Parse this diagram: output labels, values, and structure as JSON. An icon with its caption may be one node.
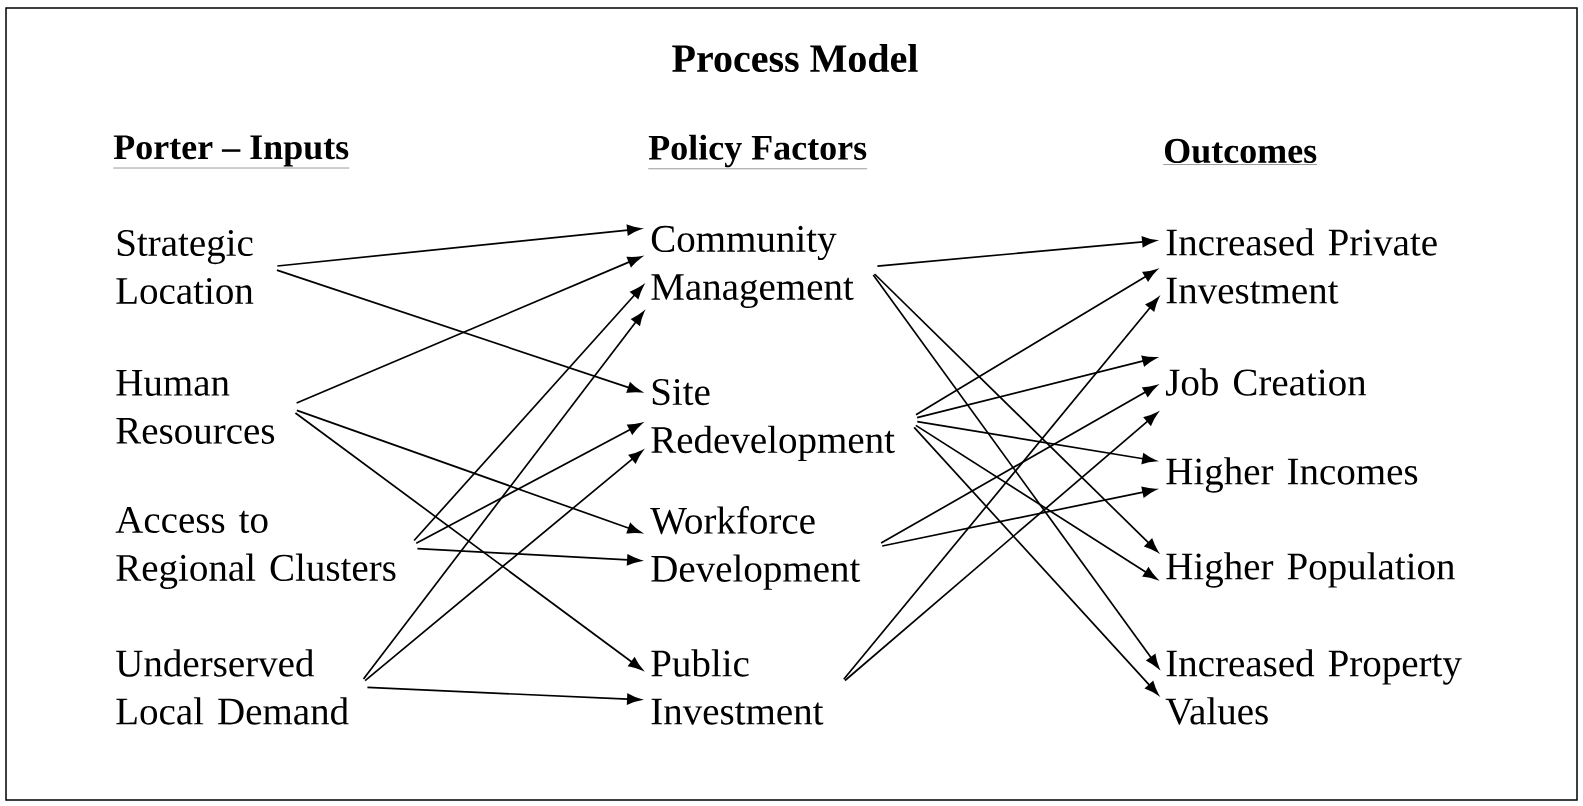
{
  "diagram": {
    "title": "Process Model",
    "nodes": [
      {
        "text": [
          "Strategic Location"
        ]
      },
      {
        "text": [
          "Human Resources"
        ]
      },
      {
        "text": [
          "Access to Regional Clusters"
        ]
      },
      {
        "text": [
          "Underserved Local Demand"
        ]
      },
      {
        "text": [
          "Community Management"
        ]
      },
      {
        "text": [
          "Site Redevelopment"
        ]
      },
      {
        "text": [
          "Workforce Development"
        ]
      },
      {
        "text": [
          "Public Investment"
        ]
      },
      {
        "text": [
          "Increased Private Investment"
        ]
      },
      {
        "text": [
          "Job Creation"
        ]
      },
      {
        "text": [
          "Higher Incomes"
        ]
      },
      {
        "text": [
          "Higher Population"
        ]
      },
      {
        "text": [
          "Increased Property Values"
        ]
      }
    ],
    "edges": [
      {
        "from": 0,
        "to": 4,
        "arrow": "to"
      },
      {
        "from": 0,
        "to": 5,
        "arrow": "to"
      },
      {
        "from": 1,
        "to": 4,
        "arrow": "to"
      },
      {
        "from": 1,
        "to": 6,
        "arrow": "to"
      },
      {
        "from": 1,
        "to": 7,
        "arrow": "to"
      },
      {
        "from": 2,
        "to": 4,
        "arrow": "to"
      },
      {
        "from": 2,
        "to": 5,
        "arrow": "to"
      },
      {
        "from": 2,
        "to": 6,
        "arrow": "to"
      },
      {
        "from": 3,
        "to": 4,
        "arrow": "to"
      },
      {
        "from": 3,
        "to": 5,
        "arrow": "to"
      },
      {
        "from": 3,
        "to": 7,
        "arrow": "to"
      },
      {
        "from": 4,
        "to": 8,
        "arrow": "to"
      },
      {
        "from": 4,
        "to": 11,
        "arrow": "to"
      },
      {
        "from": 4,
        "to": 12,
        "arrow": "to"
      },
      {
        "from": 5,
        "to": 8,
        "arrow": "to"
      },
      {
        "from": 5,
        "to": 9,
        "arrow": "to"
      },
      {
        "from": 5,
        "to": 10,
        "arrow": "to"
      },
      {
        "from": 5,
        "to": 11,
        "arrow": "to"
      },
      {
        "from": 5,
        "to": 12,
        "arrow": "to"
      },
      {
        "from": 6,
        "to": 9,
        "arrow": "to"
      },
      {
        "from": 6,
        "to": 10,
        "arrow": "to"
      },
      {
        "from": 7,
        "to": 8,
        "arrow": "to"
      },
      {
        "from": 7,
        "to": 9,
        "arrow": "to"
      }
    ],
    "labels": [
      "Porter – Inputs",
      "Policy Factors",
      "Outcomes"
    ]
  }
}
